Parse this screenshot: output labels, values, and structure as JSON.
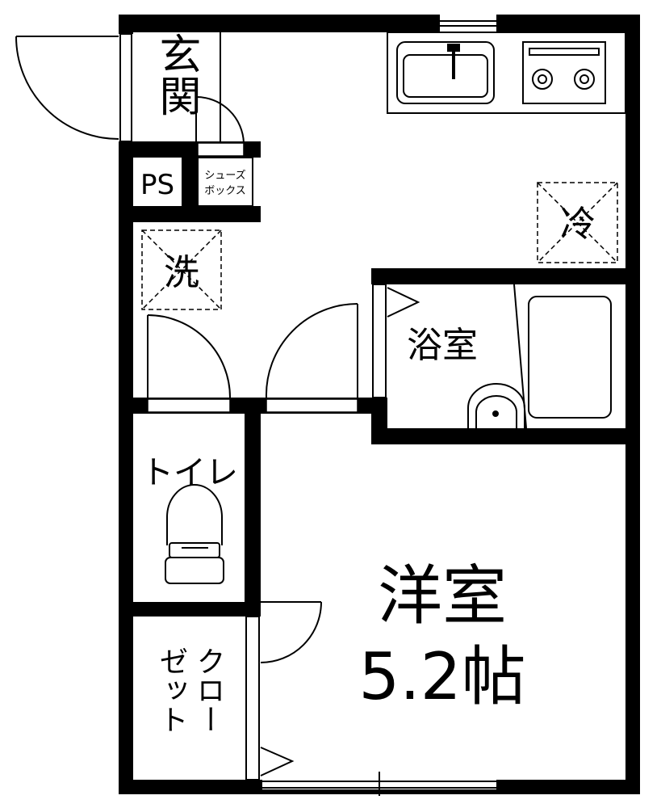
{
  "rooms": {
    "entrance": "玄関",
    "ps": "PS",
    "shoebox_line1": "シューズ",
    "shoebox_line2": "ボックス",
    "washer": "洗",
    "fridge": "冷",
    "bath": "浴室",
    "toilet": "トイレ",
    "closet_col1": "クロー",
    "closet_col2": "ゼット",
    "main_room": "洋室",
    "main_room_size": "5.2帖"
  },
  "colors": {
    "wall": "#000000",
    "floor": "#ffffff"
  }
}
